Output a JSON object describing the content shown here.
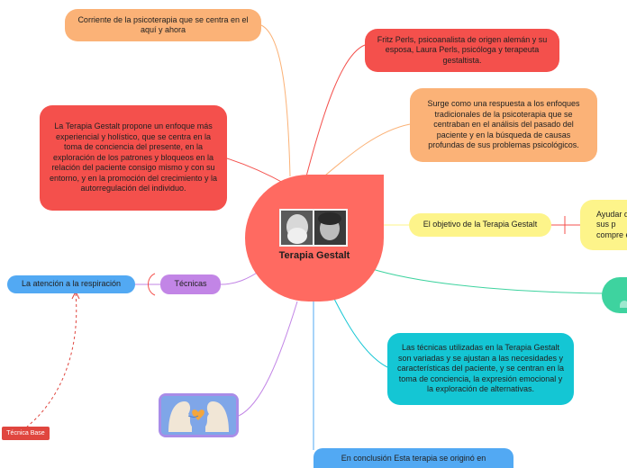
{
  "center": {
    "title": "Terapia Gestalt"
  },
  "nodes": {
    "definition_short": "Corriente de la psicoterapia que se centra en el aquí y ahora",
    "founders": "Fritz Perls, psicoanalista de origen alemán y su esposa, Laura Perls, psicóloga y terapeuta gestaltista.",
    "origin": "Surge como una respuesta a los enfoques tradicionales de la psicoterapia que se centraban en el análisis del pasado del paciente y en la búsqueda de causas profundas de sus problemas psicológicos.",
    "proposal": "La Terapia Gestalt propone un enfoque más experiencial y holístico, que se centra en la toma de conciencia del presente, en la exploración de los patrones y bloqueos en la relación del paciente consigo mismo y con su entorno, y en la promoción del crecimiento y la autorregulación del individuo.",
    "objective": "El objetivo de la Terapia Gestalt",
    "objective_detail": "Ayudar de sus p compre e",
    "techniques": "Técnicas",
    "breathing": "La atención a la respiración",
    "techniques_detail": "Las técnicas utilizadas en la Terapia Gestalt son variadas y se ajustan a las necesidades y características del paciente, y se centran en la toma de conciencia, la expresión emocional y la exploración de alternativas.",
    "conclusion": "En conclusión Esta terapia se originó en",
    "base_tag": "Técnica Base"
  },
  "colors": {
    "center": "#ff6a61",
    "orange": "#fbb277",
    "red": "#f4504c",
    "yellow": "#fdf48a",
    "purple": "#c285e6",
    "blue": "#52a9f3",
    "teal": "#14c6d4",
    "green": "#3ed39f"
  }
}
